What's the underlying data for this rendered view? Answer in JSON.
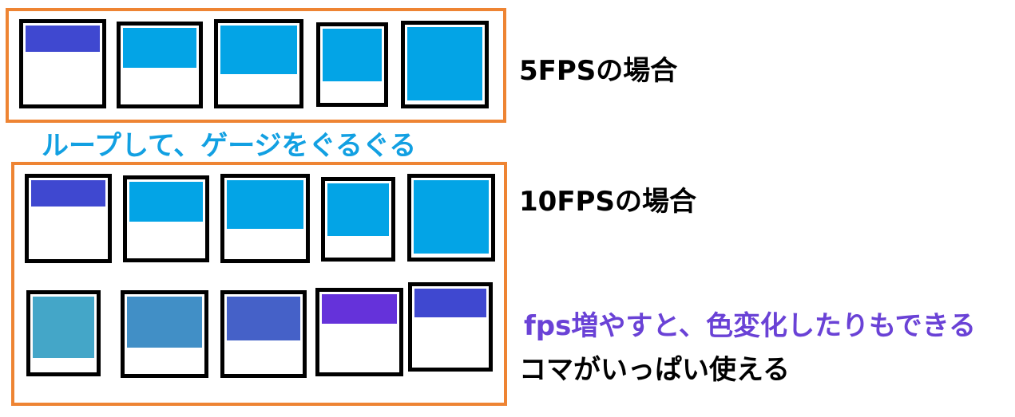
{
  "labels": {
    "fps5": "5FPSの場合",
    "loop": "ループして、ゲージをぐるぐる",
    "fps10": "10FPSの場合",
    "color_change": "fps増やすと、色変化したりもできる",
    "many_frames": "コマがいっぱい使える"
  },
  "colors": {
    "orange_border": "#ee8433",
    "frame_border": "#000000",
    "gauge_blue": "#03a4e6",
    "gauge_indigo": "#3f48d0",
    "gauge_teal": "#44a6c8",
    "gauge_steel": "#418fc6",
    "gauge_violet": "#6532da",
    "label_blue": "#12a0e2",
    "label_purple": "#6a42d6"
  },
  "rows": [
    {
      "name": "5fps-row",
      "fills": [
        0.35,
        0.55,
        0.65,
        0.75,
        1.0
      ],
      "colors": [
        "#3f48d0",
        "#03a4e6",
        "#03a4e6",
        "#03a4e6",
        "#03a4e6"
      ]
    },
    {
      "name": "10fps-row-1",
      "fills": [
        0.35,
        0.55,
        0.65,
        0.75,
        1.0
      ],
      "colors": [
        "#3f48d0",
        "#03a4e6",
        "#03a4e6",
        "#03a4e6",
        "#03a4e6"
      ]
    },
    {
      "name": "10fps-row-2",
      "fills": [
        0.85,
        0.7,
        0.6,
        0.4,
        0.38
      ],
      "colors": [
        "#44a6c8",
        "#418fc6",
        "#4561c8",
        "#6532da",
        "#3f48d0"
      ]
    }
  ]
}
